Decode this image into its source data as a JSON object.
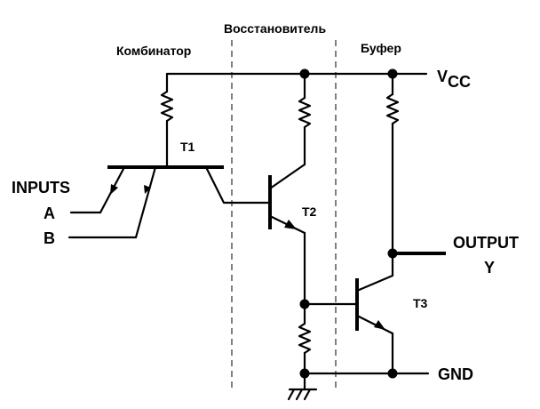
{
  "sections": {
    "combiner": "Комбинатор",
    "restorer": "Восстановитель",
    "buffer": "Буфер"
  },
  "labels": {
    "vcc_main": "V",
    "vcc_sub": "CC",
    "inputs": "INPUTS",
    "input_a": "A",
    "input_b": "B",
    "output": "OUTPUT",
    "output_y": "Y",
    "gnd": "GND",
    "t1": "T1",
    "t2": "T2",
    "t3": "T3"
  }
}
